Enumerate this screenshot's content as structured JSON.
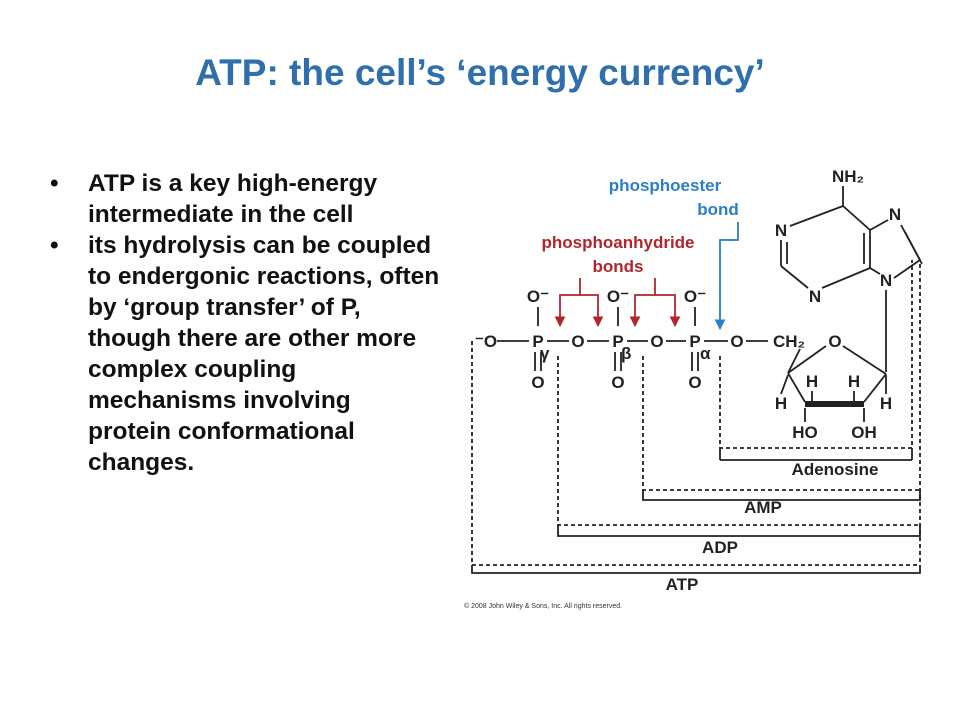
{
  "slide": {
    "title": "ATP: the cell’s ‘energy currency’",
    "bullets": [
      {
        "marker": "•",
        "text": "ATP is a key high-energy intermediate in the cell"
      },
      {
        "marker": "•",
        "text": "its hydrolysis can be coupled to endergonic reactions, often by ‘group transfer’ of P, though there are other more complex coupling mechanisms involving protein conformational changes."
      }
    ]
  },
  "diagram": {
    "labels": {
      "phosphoester_line1": "phosphoester",
      "phosphoester_line2": "bond",
      "phosphoanhydride_line1": "phosphoanhydride",
      "phosphoanhydride_line2": "bonds"
    },
    "atoms": {
      "nh2": "NH₂",
      "n": "N",
      "o": "O",
      "o_minus": "O⁻",
      "minus_o": "⁻O",
      "p": "P",
      "ch2": "CH₂",
      "h": "H",
      "ho": "HO",
      "oh": "OH"
    },
    "greek": {
      "gamma": "γ",
      "beta": "β",
      "alpha": "α"
    },
    "brackets": [
      "Adenosine",
      "AMP",
      "ADP",
      "ATP"
    ],
    "copyright": "© 2008 John Wiley & Sons, Inc. All rights reserved.",
    "colors": {
      "blue": "#2b7fc4",
      "red": "#b0262c",
      "black": "#222222"
    }
  }
}
